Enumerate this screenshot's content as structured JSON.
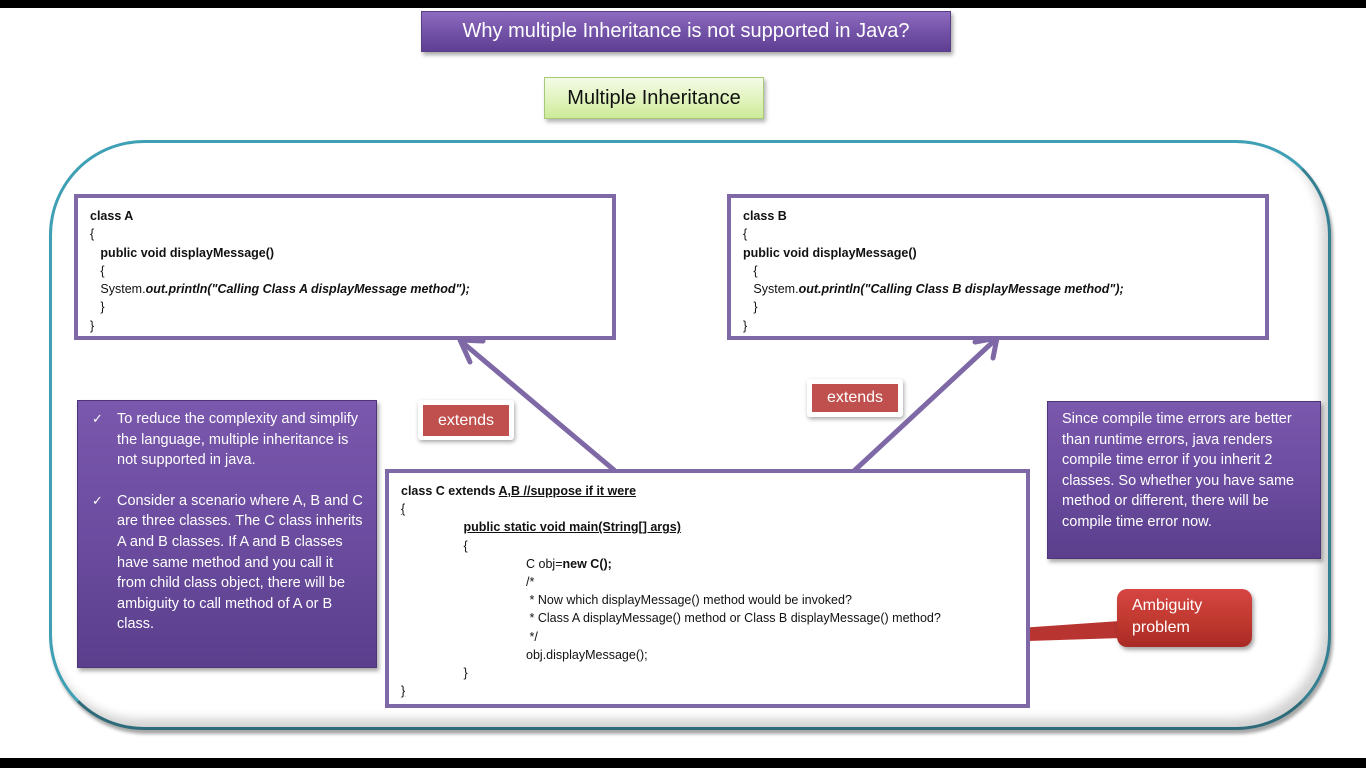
{
  "title": "Why multiple Inheritance is not supported in Java?",
  "subtitle": "Multiple Inheritance",
  "colors": {
    "title_bg": "#7353a8",
    "subtitle_bg": "#e2f4c0",
    "frame_border": "#3e9fb5",
    "code_border": "#7e68a5",
    "arrow": "#7e68a5",
    "tag_bg": "#c0504d",
    "callout_bg": "#c0392f",
    "note_bg": "#6a4b9e"
  },
  "class_a": {
    "lines": [
      {
        "indent": "",
        "parts": [
          {
            "t": "class A",
            "s": "b"
          }
        ]
      },
      {
        "indent": "",
        "parts": [
          {
            "t": "{",
            "s": ""
          }
        ]
      },
      {
        "indent": "   ",
        "parts": [
          {
            "t": "public void displayMessage()",
            "s": "b"
          }
        ]
      },
      {
        "indent": "   ",
        "parts": [
          {
            "t": "{",
            "s": ""
          }
        ]
      },
      {
        "indent": "   ",
        "parts": [
          {
            "t": "System.",
            "s": ""
          },
          {
            "t": "out.println(\"Calling Class A displayMessage method\");",
            "s": "bi"
          }
        ]
      },
      {
        "indent": "   ",
        "parts": [
          {
            "t": "}",
            "s": ""
          }
        ]
      },
      {
        "indent": "",
        "parts": [
          {
            "t": "}",
            "s": ""
          }
        ]
      }
    ]
  },
  "class_b": {
    "lines": [
      {
        "indent": "",
        "parts": [
          {
            "t": "class B",
            "s": "b"
          }
        ]
      },
      {
        "indent": "",
        "parts": [
          {
            "t": "{",
            "s": ""
          }
        ]
      },
      {
        "indent": "",
        "parts": [
          {
            "t": "public void displayMessage()",
            "s": "b"
          }
        ]
      },
      {
        "indent": "   ",
        "parts": [
          {
            "t": "{",
            "s": ""
          }
        ]
      },
      {
        "indent": "   ",
        "parts": [
          {
            "t": "System.",
            "s": ""
          },
          {
            "t": "out.println(\"Calling Class B displayMessage method\");",
            "s": "bi"
          }
        ]
      },
      {
        "indent": "   ",
        "parts": [
          {
            "t": "}",
            "s": ""
          }
        ]
      },
      {
        "indent": "",
        "parts": [
          {
            "t": "}",
            "s": ""
          }
        ]
      }
    ]
  },
  "class_c": {
    "lines": [
      {
        "indent": "",
        "parts": [
          {
            "t": "class C extends ",
            "s": "b"
          },
          {
            "t": "A,B //suppose if it were",
            "s": "b u"
          }
        ]
      },
      {
        "indent": "",
        "parts": [
          {
            "t": "{",
            "s": "u"
          }
        ]
      },
      {
        "indent": "                  ",
        "parts": [
          {
            "t": "public static void main(String[] args)",
            "s": "b u"
          }
        ]
      },
      {
        "indent": "                  ",
        "parts": [
          {
            "t": "{",
            "s": ""
          }
        ]
      },
      {
        "indent": "                                    ",
        "parts": [
          {
            "t": "C obj=",
            "s": ""
          },
          {
            "t": "new C();",
            "s": "b"
          }
        ]
      },
      {
        "indent": "                                    ",
        "parts": [
          {
            "t": "/*",
            "s": ""
          }
        ]
      },
      {
        "indent": "                                    ",
        "parts": [
          {
            "t": " * Now which displayMessage() method would be invoked?",
            "s": ""
          }
        ]
      },
      {
        "indent": "                                    ",
        "parts": [
          {
            "t": " * Class A displayMessage() method or Class B displayMessage() method?",
            "s": ""
          }
        ]
      },
      {
        "indent": "                                    ",
        "parts": [
          {
            "t": " */",
            "s": ""
          }
        ]
      },
      {
        "indent": "                                    ",
        "parts": [
          {
            "t": "obj.displayMessage();",
            "s": ""
          }
        ]
      },
      {
        "indent": "                  ",
        "parts": [
          {
            "t": "}",
            "s": ""
          }
        ]
      },
      {
        "indent": "",
        "parts": [
          {
            "t": "}",
            "s": "u"
          }
        ]
      }
    ]
  },
  "left_note": {
    "bullet_icon": "✓",
    "bullets": [
      "To reduce the complexity and simplify the language, multiple inheritance is not supported in java.",
      "Consider a scenario where A, B and C are three classes. The C class inherits A and B classes. If A and B classes have same method and you call it from child class object, there will be ambiguity to call method of A or B class."
    ]
  },
  "right_note": {
    "text": "Since compile time errors are better than runtime errors, java renders compile time error if you inherit 2 classes. So whether you have same method or different, there will be compile time error now."
  },
  "extends_left": "extends",
  "extends_right": "extends",
  "callout": {
    "line1": "Ambiguity",
    "line2": "problem"
  }
}
